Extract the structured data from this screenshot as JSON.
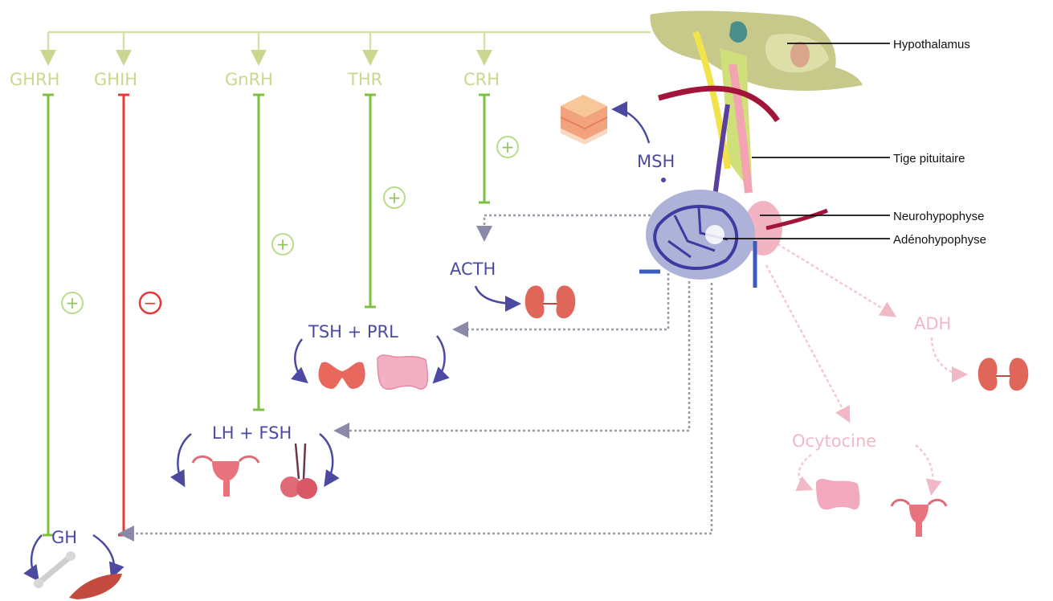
{
  "releasing_hormones": [
    "GHRH",
    "GHIH",
    "GnRH",
    "THR",
    "CRH"
  ],
  "pituitary_hormones": {
    "msh": "MSH",
    "acth": "ACTH",
    "tsh_prl": "TSH + PRL",
    "lh_fsh": "LH + FSH",
    "gh": "GH"
  },
  "posterior_hormones": {
    "adh": "ADH",
    "oxytocin": "Ocytocine"
  },
  "signs": {
    "plus": "+",
    "minus": "−"
  },
  "anatomy_labels": {
    "hypothalamus": "Hypothalamus",
    "stalk": "Tige pituitaire",
    "neuro": "Neurohypophyse",
    "adeno": "Adénohypophyse"
  },
  "colors": {
    "stimulation": "#7dc23f",
    "inhibition": "#e63a3a",
    "releasing_label": "#c9d78f",
    "pituitary_hormone": "#4b4aa0",
    "posterior_hormone": "#f1b8c6",
    "dotted_connector": "#9a9a9a"
  }
}
